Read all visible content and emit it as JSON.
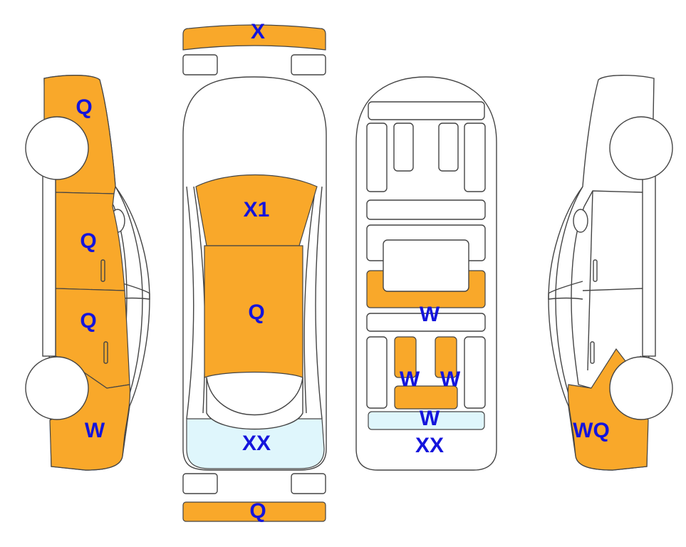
{
  "colors": {
    "damage": "#F9A82A",
    "light": "#DFF6FC",
    "label": "#1414DC",
    "line": "#444444"
  },
  "left_side": {
    "front_fender": "Q",
    "front_door": "Q",
    "rear_door": "Q",
    "rear_fender": "W"
  },
  "top_view": {
    "front_bumper": "X",
    "roof": "X1",
    "hood": "Q",
    "windshield": "XX",
    "rear_bumper": "Q"
  },
  "interior": {
    "rear_seat": "W",
    "left_seat": "W",
    "right_seat": "W",
    "console": "W",
    "dashboard": "XX"
  },
  "right_side": {
    "front_fender": "WQ"
  }
}
